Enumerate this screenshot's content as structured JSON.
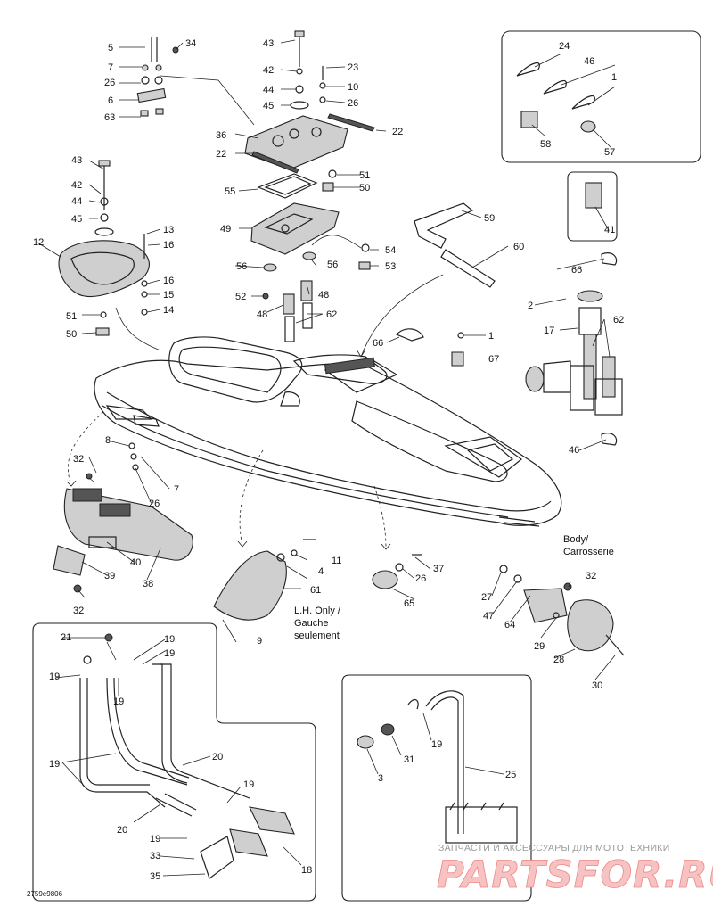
{
  "diagram_code": "2759e9806",
  "notes": {
    "body_line1": "Body/",
    "body_line2": "Carrosserie",
    "lh_line1": "L.H. Only /",
    "lh_line2": "Gauche",
    "lh_line3": "seulement"
  },
  "watermark": {
    "small": "ЗАПЧАСТИ И АКСЕССУАРЫ ДЛЯ МОТОТЕХНИКИ",
    "big": "PARTSFOR.RU"
  },
  "labels": [
    "1",
    "2",
    "3",
    "4",
    "5",
    "6",
    "7",
    "8",
    "9",
    "10",
    "11",
    "12",
    "13",
    "14",
    "15",
    "16",
    "17",
    "18",
    "19",
    "20",
    "21",
    "22",
    "23",
    "24",
    "25",
    "26",
    "27",
    "28",
    "29",
    "30",
    "31",
    "32",
    "33",
    "34",
    "35",
    "36",
    "37",
    "38",
    "39",
    "40",
    "41",
    "42",
    "43",
    "44",
    "45",
    "46",
    "47",
    "48",
    "49",
    "50",
    "51",
    "52",
    "53",
    "54",
    "55",
    "56",
    "57",
    "58",
    "59",
    "60",
    "61",
    "62",
    "63",
    "64",
    "65",
    "66",
    "67"
  ]
}
